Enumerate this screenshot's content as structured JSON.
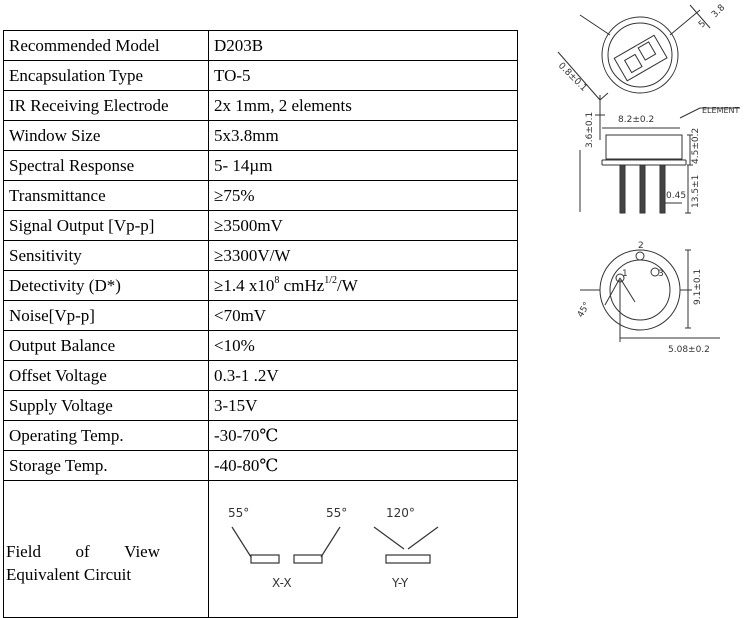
{
  "spec": [
    {
      "label": "Recommended Model",
      "value": "D203B"
    },
    {
      "label": "Encapsulation Type",
      "value": "TO-5"
    },
    {
      "label": "IR Receiving Electrode",
      "value": "2x 1mm, 2 elements"
    },
    {
      "label": "Window Size",
      "value": "5x3.8mm"
    },
    {
      "label": "Spectral Response",
      "value": "5- 14µm"
    },
    {
      "label": "Transmittance",
      "value": "≥75%"
    },
    {
      "label": "Signal Output [Vp-p]",
      "value": "≥3500mV"
    },
    {
      "label": "Sensitivity",
      "value": "≥3300V/W"
    },
    {
      "label": "Detectivity (D*)",
      "value_parts": {
        "a": "≥1.4 x10",
        "exp1": "8",
        "b": " cmHz",
        "exp2": "1/2",
        "c": "/W"
      }
    },
    {
      "label": "Noise[Vp-p]",
      "value": "<70mV"
    },
    {
      "label": "Output Balance",
      "value": "<10%"
    },
    {
      "label": "Offset Voltage",
      "value": "0.3-1 .2V"
    },
    {
      "label": "Supply Voltage",
      "value": "3-15V"
    },
    {
      "label": "Operating Temp.",
      "value": "-30-70℃"
    },
    {
      "label": "Storage Temp.",
      "value": "-40-80℃"
    }
  ],
  "fov": {
    "label_words": [
      "Field",
      "of",
      "View"
    ],
    "label_line2": "Equivalent Circuit",
    "angle_x_left": "55°",
    "angle_x_right": "55°",
    "angle_y": "120°",
    "axis_x": "X-X",
    "axis_y": "Y-Y"
  },
  "drawing": {
    "top_dim_w": "3.8",
    "top_dim_h": "5",
    "top_dim_diag": "0.8±0.1",
    "side_width": "8.2±0.2",
    "element_label": "ELEMENT",
    "side_height_left": "3.6±0.1",
    "side_height_right": "4.5±0.2",
    "pin_length": "13.5±1",
    "pin_spacing": "0.45",
    "bottom_diameter": "9.1±0.1",
    "bottom_pitch": "5.08±0.2",
    "bottom_angle": "45°",
    "pin_1": "1",
    "pin_2": "2",
    "pin_3": "3"
  }
}
